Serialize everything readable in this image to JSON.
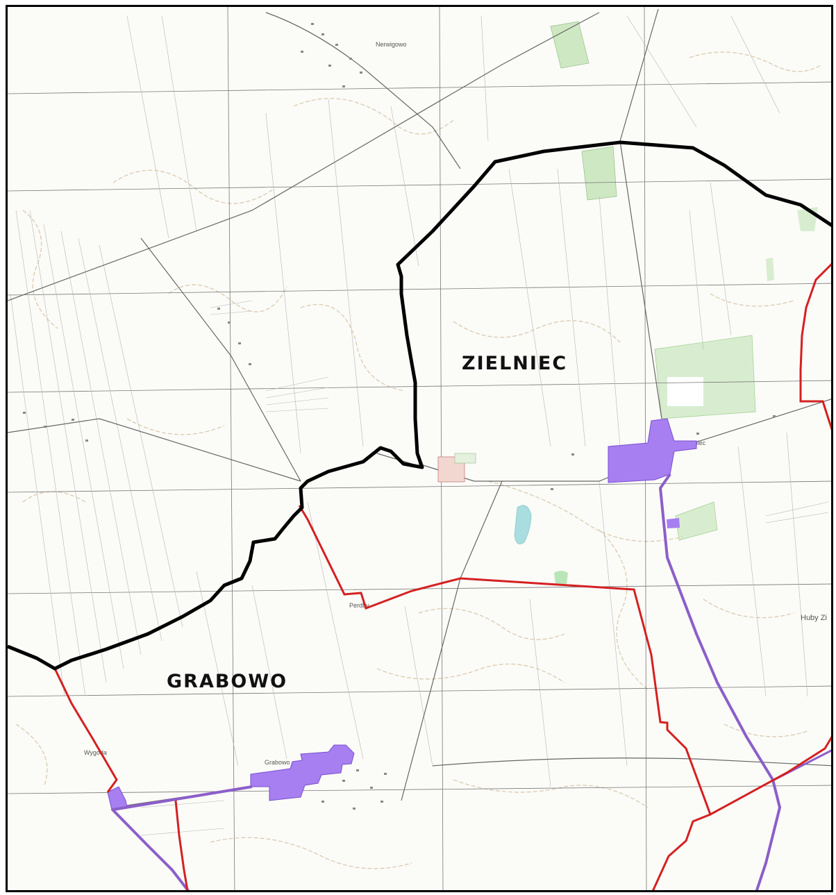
{
  "regions": {
    "zielniec": "ZIELNIEC",
    "grabowo": "GRABOWO"
  },
  "place_names": {
    "nerwigowo": "Nerwigowo",
    "zielniec_village": "Zielniec",
    "grabowo_village": "Grabowo",
    "wygoda": "Wygoda",
    "perdby": "Perdby",
    "huby_zielniec": "Huby Zi"
  },
  "colors": {
    "boundary_black": "#000000",
    "boundary_red": "#d42020",
    "route_purple": "#8b5fc9",
    "area_purple": "#a77ff0",
    "forest_green": "#cfe8c4"
  }
}
